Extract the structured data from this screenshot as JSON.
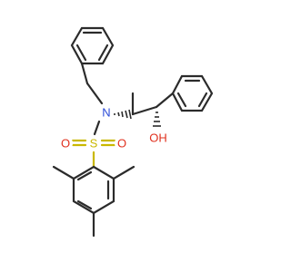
{
  "molecule": {
    "atoms": {
      "N": "N",
      "S": "S",
      "O1": "O",
      "O2": "O",
      "OH": "OH"
    },
    "colors": {
      "carbon": "#2b2b2b",
      "nitrogen": "#2b4bd8",
      "sulfur": "#c9b800",
      "oxygen": "#e0301e"
    }
  }
}
